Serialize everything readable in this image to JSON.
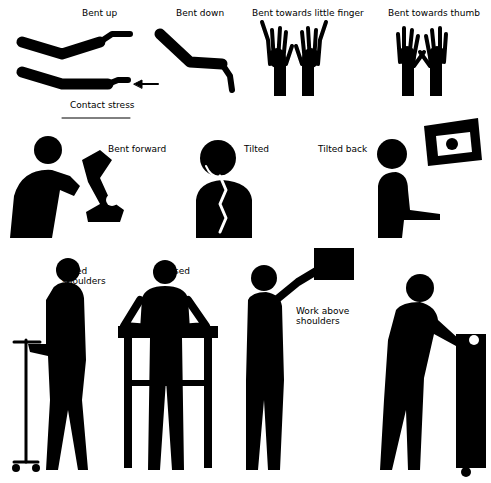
{
  "diagram": {
    "labels": [
      "Bent up",
      "Bent down",
      "Bent towards little finger",
      "Bent towards thumb",
      "Contact stress",
      "Bent forward",
      "Tilted",
      "Tilted back",
      "Lifted shoulders",
      "Raised",
      "Work above shoulders"
    ]
  }
}
